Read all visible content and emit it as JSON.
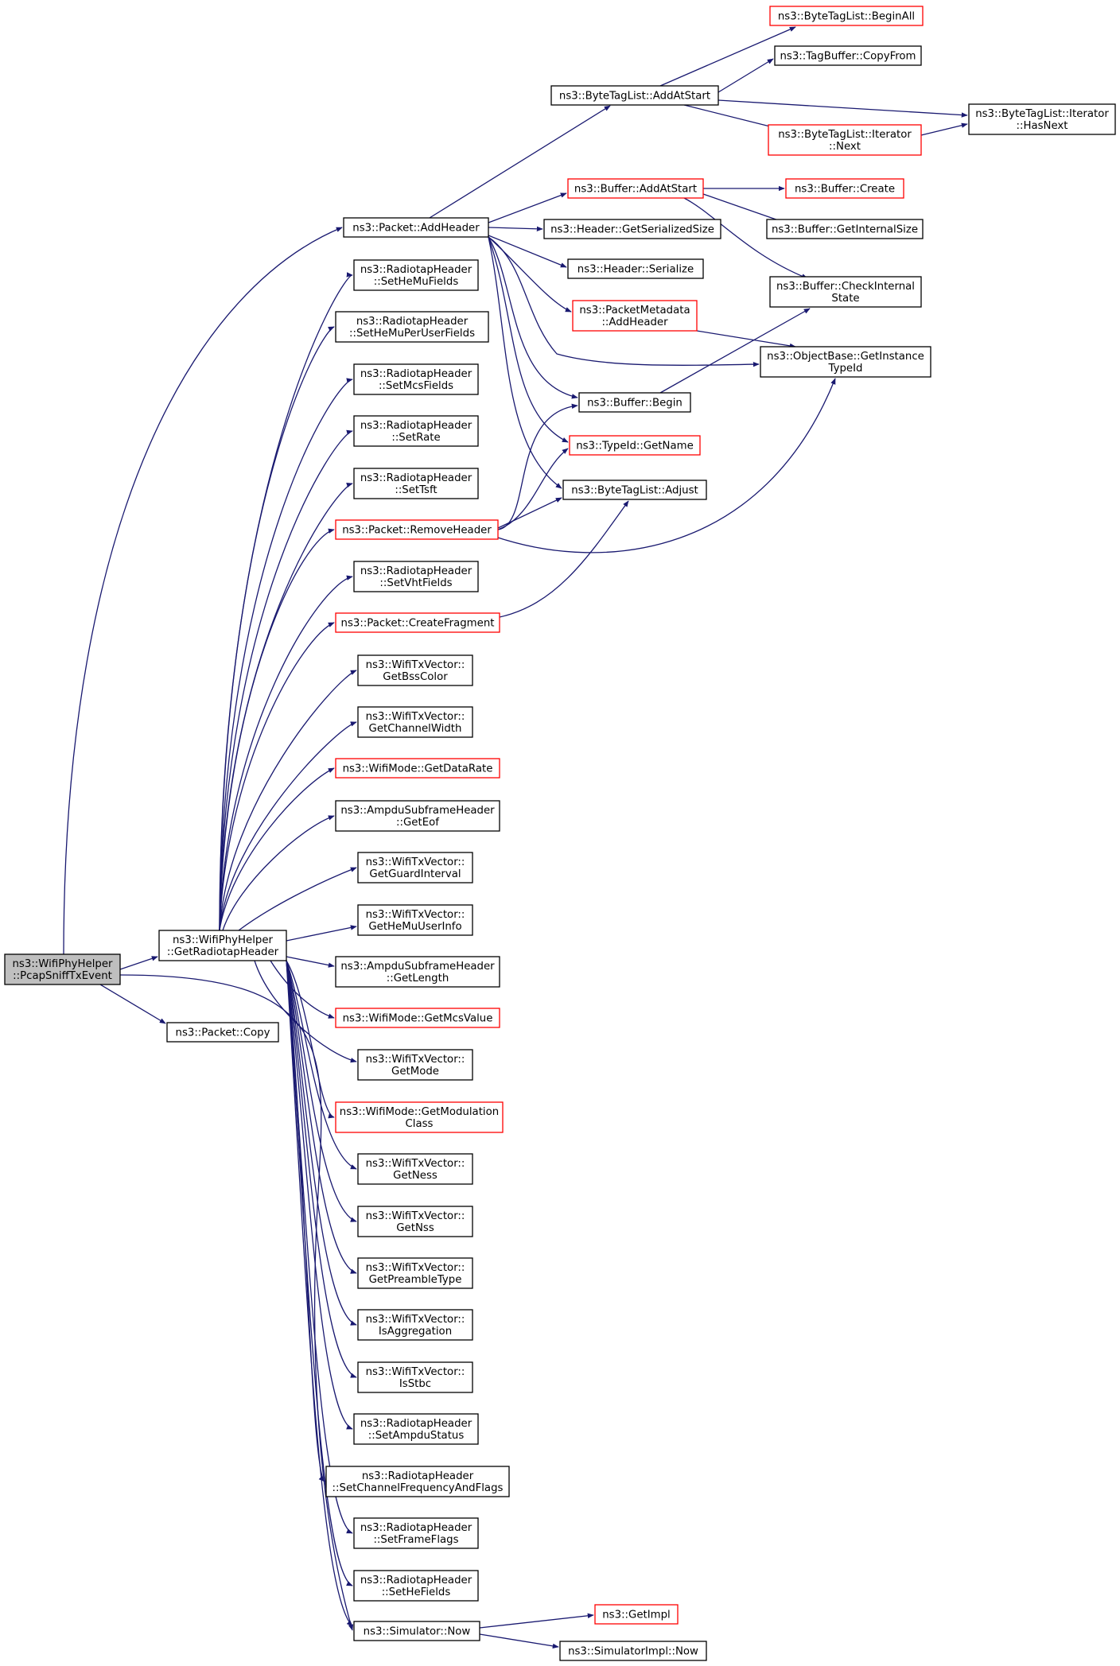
{
  "colors": {
    "edge": "#191970",
    "node_border": "#000000",
    "node_truncated_border": "#ff0000",
    "root_fill": "#bfbfbf",
    "node_fill": "#ffffff"
  },
  "nodes": [
    {
      "id": "root",
      "lines": [
        "ns3::WifiPhyHelper",
        "::PcapSniffTxEvent"
      ],
      "style": "root"
    },
    {
      "id": "get_radiotap_header",
      "lines": [
        "ns3::WifiPhyHelper",
        "::GetRadiotapHeader"
      ],
      "style": "normal"
    },
    {
      "id": "packet_copy",
      "lines": [
        "ns3::Packet::Copy"
      ],
      "style": "normal"
    },
    {
      "id": "packet_add_header",
      "lines": [
        "ns3::Packet::AddHeader"
      ],
      "style": "normal"
    },
    {
      "id": "set_he_mu_fields",
      "lines": [
        "ns3::RadiotapHeader",
        "::SetHeMuFields"
      ],
      "style": "normal"
    },
    {
      "id": "set_he_mu_per_user_fields",
      "lines": [
        "ns3::RadiotapHeader",
        "::SetHeMuPerUserFields"
      ],
      "style": "normal"
    },
    {
      "id": "set_mcs_fields",
      "lines": [
        "ns3::RadiotapHeader",
        "::SetMcsFields"
      ],
      "style": "normal"
    },
    {
      "id": "set_rate",
      "lines": [
        "ns3::RadiotapHeader",
        "::SetRate"
      ],
      "style": "normal"
    },
    {
      "id": "set_tsft",
      "lines": [
        "ns3::RadiotapHeader",
        "::SetTsft"
      ],
      "style": "normal"
    },
    {
      "id": "packet_remove_header",
      "lines": [
        "ns3::Packet::RemoveHeader"
      ],
      "style": "truncated"
    },
    {
      "id": "set_vht_fields",
      "lines": [
        "ns3::RadiotapHeader",
        "::SetVhtFields"
      ],
      "style": "normal"
    },
    {
      "id": "packet_create_fragment",
      "lines": [
        "ns3::Packet::CreateFragment"
      ],
      "style": "truncated"
    },
    {
      "id": "get_bss_color",
      "lines": [
        "ns3::WifiTxVector::",
        "GetBssColor"
      ],
      "style": "normal"
    },
    {
      "id": "get_channel_width",
      "lines": [
        "ns3::WifiTxVector::",
        "GetChannelWidth"
      ],
      "style": "normal"
    },
    {
      "id": "get_data_rate",
      "lines": [
        "ns3::WifiMode::GetDataRate"
      ],
      "style": "truncated"
    },
    {
      "id": "get_eof",
      "lines": [
        "ns3::AmpduSubframeHeader",
        "::GetEof"
      ],
      "style": "normal"
    },
    {
      "id": "get_guard_interval",
      "lines": [
        "ns3::WifiTxVector::",
        "GetGuardInterval"
      ],
      "style": "normal"
    },
    {
      "id": "get_he_mu_user_info",
      "lines": [
        "ns3::WifiTxVector::",
        "GetHeMuUserInfo"
      ],
      "style": "normal"
    },
    {
      "id": "get_length",
      "lines": [
        "ns3::AmpduSubframeHeader",
        "::GetLength"
      ],
      "style": "normal"
    },
    {
      "id": "get_mcs_value",
      "lines": [
        "ns3::WifiMode::GetMcsValue"
      ],
      "style": "truncated"
    },
    {
      "id": "get_mode",
      "lines": [
        "ns3::WifiTxVector::",
        "GetMode"
      ],
      "style": "normal"
    },
    {
      "id": "get_modulation_class",
      "lines": [
        "ns3::WifiMode::GetModulation",
        "Class"
      ],
      "style": "truncated"
    },
    {
      "id": "get_ness",
      "lines": [
        "ns3::WifiTxVector::",
        "GetNess"
      ],
      "style": "normal"
    },
    {
      "id": "get_nss",
      "lines": [
        "ns3::WifiTxVector::",
        "GetNss"
      ],
      "style": "normal"
    },
    {
      "id": "get_preamble_type",
      "lines": [
        "ns3::WifiTxVector::",
        "GetPreambleType"
      ],
      "style": "normal"
    },
    {
      "id": "is_aggregation",
      "lines": [
        "ns3::WifiTxVector::",
        "IsAggregation"
      ],
      "style": "normal"
    },
    {
      "id": "is_stbc",
      "lines": [
        "ns3::WifiTxVector::",
        "IsStbc"
      ],
      "style": "normal"
    },
    {
      "id": "set_ampdu_status",
      "lines": [
        "ns3::RadiotapHeader",
        "::SetAmpduStatus"
      ],
      "style": "normal"
    },
    {
      "id": "set_channel_freq",
      "lines": [
        "ns3::RadiotapHeader",
        "::SetChannelFrequencyAndFlags"
      ],
      "style": "normal"
    },
    {
      "id": "set_frame_flags",
      "lines": [
        "ns3::RadiotapHeader",
        "::SetFrameFlags"
      ],
      "style": "normal"
    },
    {
      "id": "set_he_fields",
      "lines": [
        "ns3::RadiotapHeader",
        "::SetHeFields"
      ],
      "style": "normal"
    },
    {
      "id": "simulator_now",
      "lines": [
        "ns3::Simulator::Now"
      ],
      "style": "normal"
    },
    {
      "id": "bytetaglist_add_at_start",
      "lines": [
        "ns3::ByteTagList::AddAtStart"
      ],
      "style": "normal"
    },
    {
      "id": "buffer_add_at_start",
      "lines": [
        "ns3::Buffer::AddAtStart"
      ],
      "style": "truncated"
    },
    {
      "id": "header_get_serialized_size",
      "lines": [
        "ns3::Header::GetSerializedSize"
      ],
      "style": "normal"
    },
    {
      "id": "header_serialize",
      "lines": [
        "ns3::Header::Serialize"
      ],
      "style": "normal"
    },
    {
      "id": "packet_metadata_add_header",
      "lines": [
        "ns3::PacketMetadata",
        "::AddHeader"
      ],
      "style": "truncated"
    },
    {
      "id": "buffer_begin",
      "lines": [
        "ns3::Buffer::Begin"
      ],
      "style": "normal"
    },
    {
      "id": "typeid_get_name",
      "lines": [
        "ns3::TypeId::GetName"
      ],
      "style": "truncated"
    },
    {
      "id": "bytetaglist_adjust",
      "lines": [
        "ns3::ByteTagList::Adjust"
      ],
      "style": "normal"
    },
    {
      "id": "get_impl",
      "lines": [
        "ns3::GetImpl"
      ],
      "style": "truncated"
    },
    {
      "id": "simulator_impl_now",
      "lines": [
        "ns3::SimulatorImpl::Now"
      ],
      "style": "normal"
    },
    {
      "id": "bytetaglist_begin_all",
      "lines": [
        "ns3::ByteTagList::BeginAll"
      ],
      "style": "truncated"
    },
    {
      "id": "tagbuffer_copy_from",
      "lines": [
        "ns3::TagBuffer::CopyFrom"
      ],
      "style": "normal"
    },
    {
      "id": "iterator_next",
      "lines": [
        "ns3::ByteTagList::Iterator",
        "::Next"
      ],
      "style": "truncated"
    },
    {
      "id": "iterator_has_next",
      "lines": [
        "ns3::ByteTagList::Iterator",
        "::HasNext"
      ],
      "style": "normal"
    },
    {
      "id": "buffer_create",
      "lines": [
        "ns3::Buffer::Create"
      ],
      "style": "truncated"
    },
    {
      "id": "buffer_get_internal_size",
      "lines": [
        "ns3::Buffer::GetInternalSize"
      ],
      "style": "normal"
    },
    {
      "id": "buffer_check_internal_state",
      "lines": [
        "ns3::Buffer::CheckInternal",
        "State"
      ],
      "style": "normal"
    },
    {
      "id": "objectbase_get_instance_typeid",
      "lines": [
        "ns3::ObjectBase::GetInstance",
        "TypeId"
      ],
      "style": "normal"
    }
  ]
}
